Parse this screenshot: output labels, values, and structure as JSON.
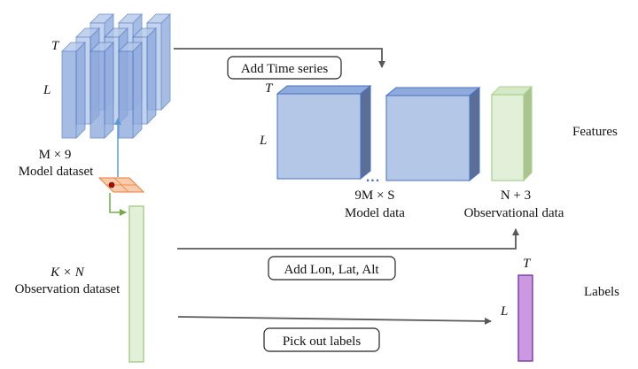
{
  "model_dataset": {
    "dim_t": "T",
    "dim_l": "L",
    "size": "M × 9",
    "caption": "Model dataset"
  },
  "observation_dataset": {
    "size": "K × N",
    "caption": "Observation dataset"
  },
  "steps": {
    "add_time_series": "Add Time series",
    "add_lon_lat_alt": "Add Lon, Lat, Alt",
    "pick_out_labels": "Pick out labels"
  },
  "features_block": {
    "dim_t": "T",
    "dim_l": "L",
    "model_size": "9M × S",
    "model_caption": "Model data",
    "ellipsis": "...",
    "obs_size": "N + 3",
    "obs_caption": "Observational data",
    "side_label": "Features"
  },
  "labels_block": {
    "dim_t": "T",
    "dim_l": "L",
    "side_label": "Labels"
  },
  "colors": {
    "blue_front": "#b4c7e7",
    "blue_stack": "#8faadc",
    "blue_border": "#4472c4",
    "green_fill": "#e2f0d9",
    "green_border": "#a9d18e",
    "green_arrow": "#70ad47",
    "orange_fill": "#f8cbad",
    "orange_border": "#ed7d31",
    "purple_fill": "#cc99e0",
    "purple_border": "#7030a0",
    "arrow_gray": "#595959"
  }
}
